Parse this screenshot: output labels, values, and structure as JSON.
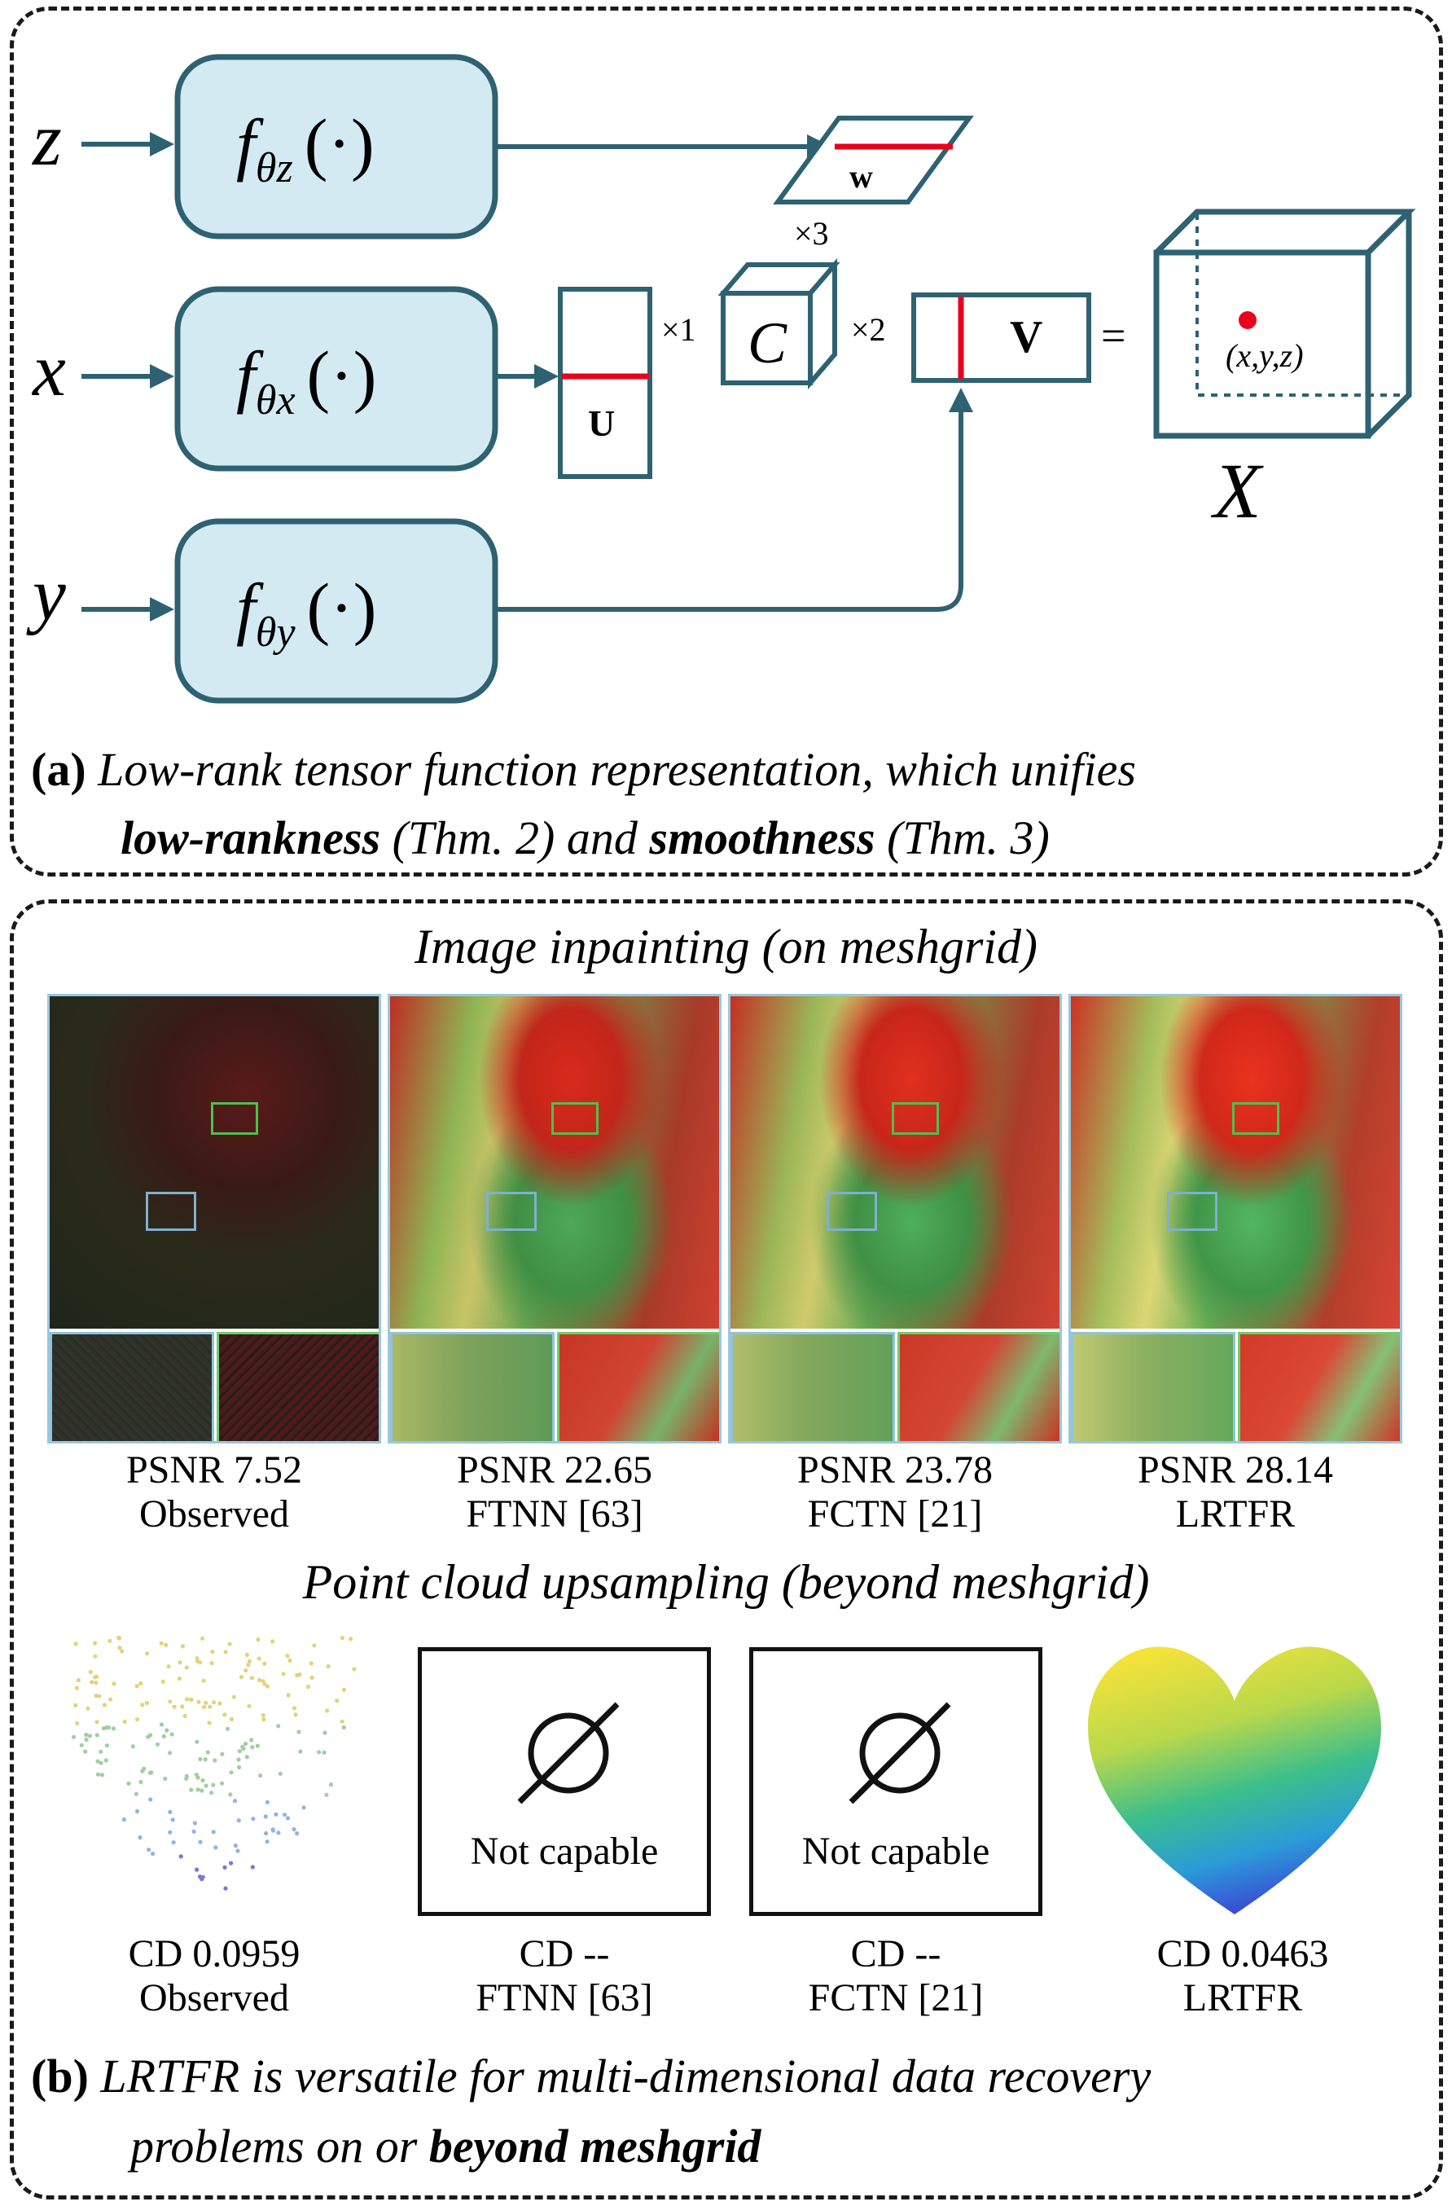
{
  "panel_a": {
    "inputs": [
      "z",
      "x",
      "y"
    ],
    "functions": [
      "f",
      "f",
      "f"
    ],
    "function_subscripts": [
      "θz",
      "θx",
      "θy"
    ],
    "function_args": [
      "(·)",
      "(·)",
      "(·)"
    ],
    "factors": {
      "w": "w",
      "u": "U",
      "core": "C",
      "v": "V",
      "tensor": "X",
      "point": "(x,y,z)"
    },
    "ops": {
      "mode1": "×1",
      "mode2": "×2",
      "mode3": "×3",
      "equals": "="
    },
    "caption": {
      "label": "(a)",
      "line1": "Low-rank tensor function representation, which unifies",
      "line2_bold1": "low-rankness",
      "line2_mid": "(Thm. 2) and",
      "line2_bold2": "smoothness",
      "line2_end": "(Thm. 3)"
    }
  },
  "panel_b": {
    "inpainting_title": "Image inpainting (on meshgrid)",
    "inpainting": [
      {
        "metric": "PSNR 7.52",
        "method": "Observed"
      },
      {
        "metric": "PSNR 22.65",
        "method": "FTNN [63]"
      },
      {
        "metric": "PSNR 23.78",
        "method": "FCTN [21]"
      },
      {
        "metric": "PSNR 28.14",
        "method": "LRTFR"
      }
    ],
    "pointcloud_title": "Point cloud upsampling (beyond meshgrid)",
    "pointcloud": [
      {
        "metric": "CD 0.0959",
        "method": "Observed"
      },
      {
        "metric": "CD --",
        "method": "FTNN [63]",
        "note": "Not capable"
      },
      {
        "metric": "CD --",
        "method": "FCTN [21]",
        "note": "Not capable"
      },
      {
        "metric": "CD 0.0463",
        "method": "LRTFR"
      }
    ],
    "caption": {
      "label": "(b)",
      "line1": "LRTFR is versatile for multi-dimensional data recovery",
      "line2_start": "problems on or",
      "line2_bold": "beyond meshgrid"
    }
  },
  "colors": {
    "box_fill": "#d4eaf2",
    "box_stroke": "#2e6272",
    "highlight": "#e8001c"
  }
}
